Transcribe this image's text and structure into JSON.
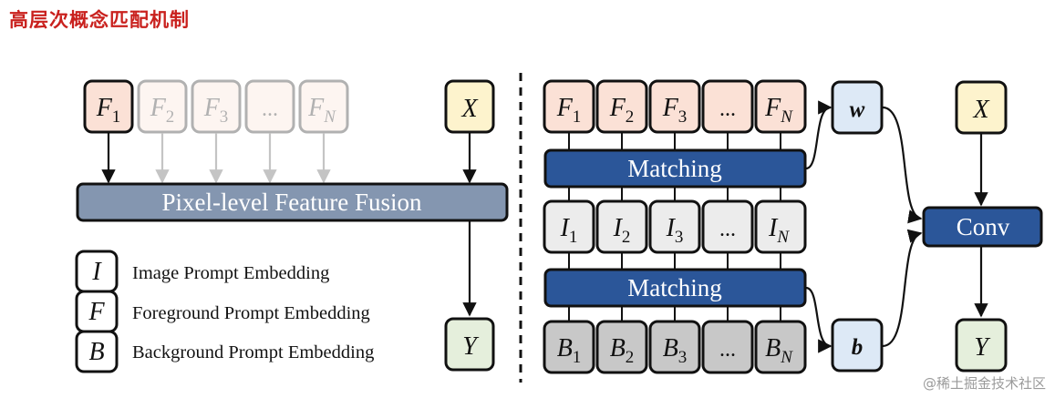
{
  "title": "高层次概念匹配机制",
  "watermark": "@稀土掘金技术社区",
  "left": {
    "features": [
      {
        "sym": "F",
        "sub": "1"
      },
      {
        "sym": "F",
        "sub": "2"
      },
      {
        "sym": "F",
        "sub": "3"
      },
      {
        "sym": "...",
        "sub": ""
      },
      {
        "sym": "F",
        "sub": "N"
      }
    ],
    "input": "X",
    "fusion_label": "Pixel-level Feature Fusion",
    "output": "Y"
  },
  "legend": [
    {
      "sym": "I",
      "label": "Image Prompt Embedding"
    },
    {
      "sym": "F",
      "label": "Foreground Prompt Embedding"
    },
    {
      "sym": "B",
      "label": "Background Prompt Embedding"
    }
  ],
  "right": {
    "features": [
      {
        "sym": "F",
        "sub": "1"
      },
      {
        "sym": "F",
        "sub": "2"
      },
      {
        "sym": "F",
        "sub": "3"
      },
      {
        "sym": "...",
        "sub": ""
      },
      {
        "sym": "F",
        "sub": "N"
      }
    ],
    "images": [
      {
        "sym": "I",
        "sub": "1"
      },
      {
        "sym": "I",
        "sub": "2"
      },
      {
        "sym": "I",
        "sub": "3"
      },
      {
        "sym": "...",
        "sub": ""
      },
      {
        "sym": "I",
        "sub": "N"
      }
    ],
    "backgrounds": [
      {
        "sym": "B",
        "sub": "1"
      },
      {
        "sym": "B",
        "sub": "2"
      },
      {
        "sym": "B",
        "sub": "3"
      },
      {
        "sym": "...",
        "sub": ""
      },
      {
        "sym": "B",
        "sub": "N"
      }
    ],
    "matching_top": "Matching",
    "matching_bottom": "Matching",
    "weight": "w",
    "bias": "b",
    "conv": "Conv",
    "input": "X",
    "output": "Y"
  },
  "colors": {
    "feature_fill": "#fbe1d6",
    "input_fill": "#fdf3cd",
    "output_fill": "#e5efdc",
    "image_fill": "#ececec",
    "background_fill": "#c8c8c8",
    "param_fill": "#dde9f6",
    "matching_fill": "#2b5699",
    "fusion_fill": "#8496b0"
  }
}
